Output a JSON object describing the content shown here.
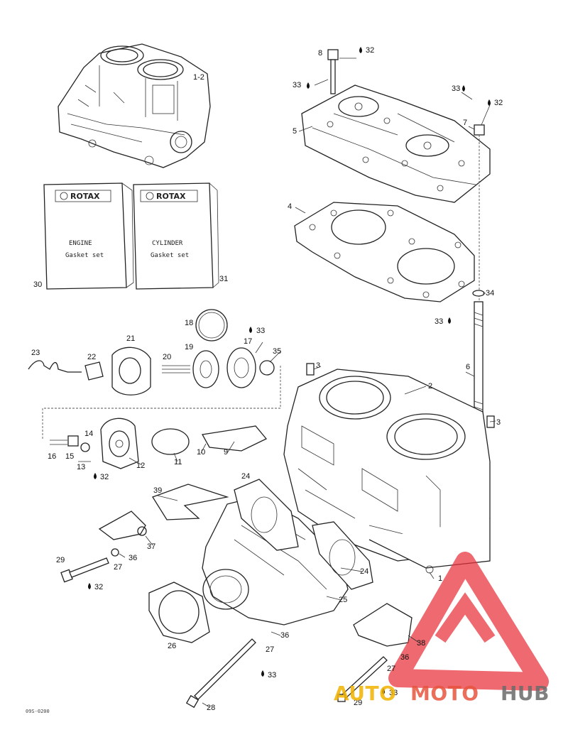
{
  "callouts": [
    {
      "id": "c1-2",
      "text": "1-2"
    },
    {
      "id": "c8",
      "text": "8"
    },
    {
      "id": "c32a",
      "text": "32"
    },
    {
      "id": "c33a",
      "text": "33"
    },
    {
      "id": "c5",
      "text": "5"
    },
    {
      "id": "c33b",
      "text": "33"
    },
    {
      "id": "c32b",
      "text": "32"
    },
    {
      "id": "c7",
      "text": "7"
    },
    {
      "id": "c4",
      "text": "4"
    },
    {
      "id": "c34",
      "text": "34"
    },
    {
      "id": "c33c",
      "text": "33"
    },
    {
      "id": "c30",
      "text": "30"
    },
    {
      "id": "c31",
      "text": "31"
    },
    {
      "id": "c18",
      "text": "18"
    },
    {
      "id": "c33d",
      "text": "33"
    },
    {
      "id": "c21",
      "text": "21"
    },
    {
      "id": "c23",
      "text": "23"
    },
    {
      "id": "c22",
      "text": "22"
    },
    {
      "id": "c20",
      "text": "20"
    },
    {
      "id": "c19",
      "text": "19"
    },
    {
      "id": "c17",
      "text": "17"
    },
    {
      "id": "c35",
      "text": "35"
    },
    {
      "id": "c3a",
      "text": "3"
    },
    {
      "id": "c2",
      "text": "2"
    },
    {
      "id": "c6",
      "text": "6"
    },
    {
      "id": "c3b",
      "text": "3"
    },
    {
      "id": "c14",
      "text": "14"
    },
    {
      "id": "c16",
      "text": "16"
    },
    {
      "id": "c15",
      "text": "15"
    },
    {
      "id": "c13",
      "text": "13"
    },
    {
      "id": "c32c",
      "text": "32"
    },
    {
      "id": "c12",
      "text": "12"
    },
    {
      "id": "c11",
      "text": "11"
    },
    {
      "id": "c10",
      "text": "10"
    },
    {
      "id": "c9",
      "text": "9"
    },
    {
      "id": "c24a",
      "text": "24"
    },
    {
      "id": "c39",
      "text": "39"
    },
    {
      "id": "c37",
      "text": "37"
    },
    {
      "id": "c36a",
      "text": "36"
    },
    {
      "id": "c29a",
      "text": "29"
    },
    {
      "id": "c27a",
      "text": "27"
    },
    {
      "id": "c32d",
      "text": "32"
    },
    {
      "id": "c24b",
      "text": "24"
    },
    {
      "id": "c1",
      "text": "1"
    },
    {
      "id": "c25",
      "text": "25"
    },
    {
      "id": "c26",
      "text": "26"
    },
    {
      "id": "c36b",
      "text": "36"
    },
    {
      "id": "c27b",
      "text": "27"
    },
    {
      "id": "c38",
      "text": "38"
    },
    {
      "id": "c36c",
      "text": "36"
    },
    {
      "id": "c27c",
      "text": "27"
    },
    {
      "id": "c33e",
      "text": "33"
    },
    {
      "id": "c33f",
      "text": "33"
    },
    {
      "id": "c29b",
      "text": "29"
    },
    {
      "id": "c28",
      "text": "28"
    }
  ],
  "kits": {
    "engine": {
      "brand": "ROTAX",
      "line1": "ENGINE",
      "line2": "Gasket set"
    },
    "cylinder": {
      "brand": "ROTAX",
      "line1": "CYLINDER",
      "line2": "Gasket set"
    }
  },
  "figure_code": "09S-0200",
  "watermark": {
    "part1": "AUTO",
    "part2": "MOTO",
    "part3": "HUB",
    "color1": "#f2b300",
    "color2": "#e8553e",
    "color3": "#6b6b6b",
    "logo_color": "#e8303a"
  }
}
